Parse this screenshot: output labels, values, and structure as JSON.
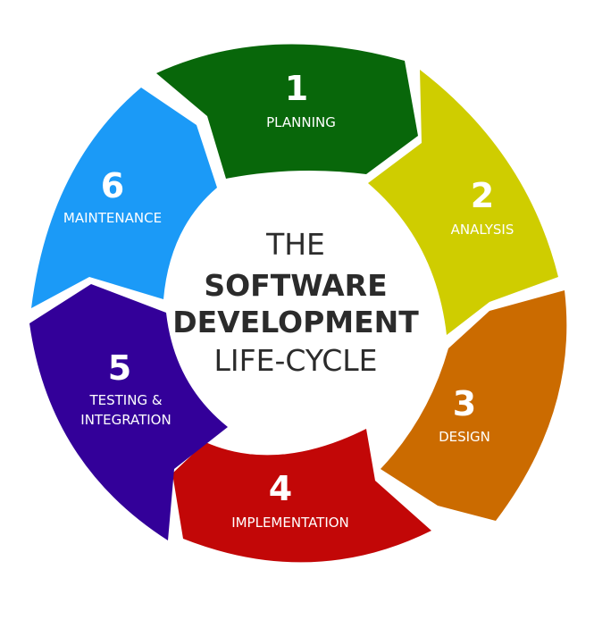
{
  "center": {
    "line1": "THE",
    "line2": "SOFTWARE",
    "line3": "DEVELOPMENT",
    "line4": "LIFE-CYCLE"
  },
  "phases": [
    {
      "number": "1",
      "label": "PLANNING",
      "color": "#08670a"
    },
    {
      "number": "2",
      "label": "ANALYSIS",
      "color": "#cfcd00"
    },
    {
      "number": "3",
      "label": "DESIGN",
      "color": "#cb6b00"
    },
    {
      "number": "4",
      "label": "IMPLEMENTATION",
      "color": "#c20707"
    },
    {
      "number": "5",
      "label": "TESTING &",
      "label2": "INTEGRATION",
      "color": "#330099"
    },
    {
      "number": "6",
      "label": "MAINTENANCE",
      "color": "#1b9af7"
    }
  ]
}
